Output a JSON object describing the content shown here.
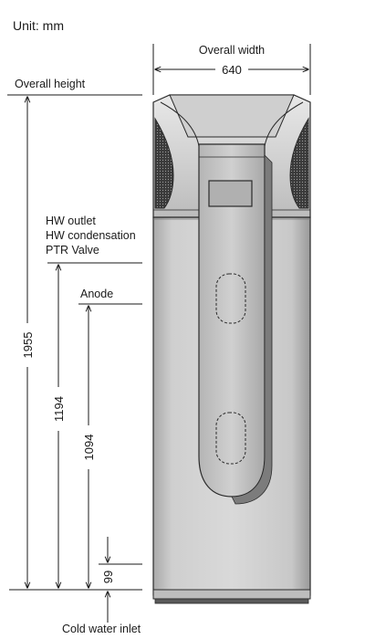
{
  "unit_label": "Unit: mm",
  "dimensions": {
    "overall_width": {
      "label": "Overall width",
      "value": "640"
    },
    "overall_height": {
      "label": "Overall height",
      "value": "1955"
    },
    "hw_outlet_height": {
      "value": "1194"
    },
    "anode_height": {
      "value": "1094"
    },
    "cold_inlet_height": {
      "value": "99"
    }
  },
  "labels": {
    "hw_outlet": "HW outlet",
    "hw_condensation": "HW condensation",
    "ptr_valve": "PTR Valve",
    "anode": "Anode",
    "cold_water_inlet": "Cold water inlet"
  },
  "colors": {
    "body_light": "#d6d6d6",
    "body_mid": "#bdbdbd",
    "body_dark": "#8c8c8c",
    "panel": "#c4c4c4",
    "outline": "#2a2a2a"
  }
}
